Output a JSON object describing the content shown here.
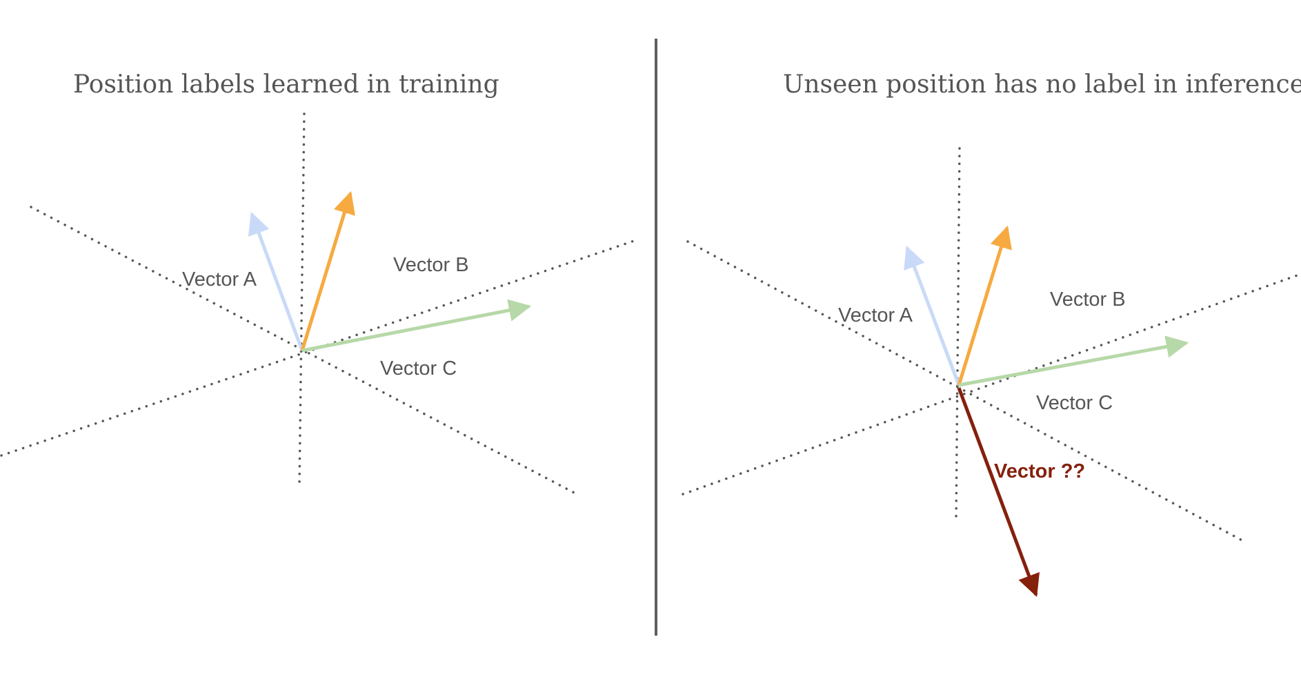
{
  "colors": {
    "vector_a": "#c9daf8",
    "vector_b": "#f6aa40",
    "vector_c": "#b7d8a8",
    "vector_unknown": "#85200c",
    "text": "#555555",
    "divider": "#5f5f5f"
  },
  "left_panel": {
    "title": "Position labels learned in training",
    "vector_a_label": "Vector A",
    "vector_b_label": "Vector B",
    "vector_c_label": "Vector C"
  },
  "right_panel": {
    "title": "Unseen position has no label in inference",
    "vector_a_label": "Vector A",
    "vector_b_label": "Vector B",
    "vector_c_label": "Vector C",
    "vector_unknown_label": "Vector ??"
  }
}
